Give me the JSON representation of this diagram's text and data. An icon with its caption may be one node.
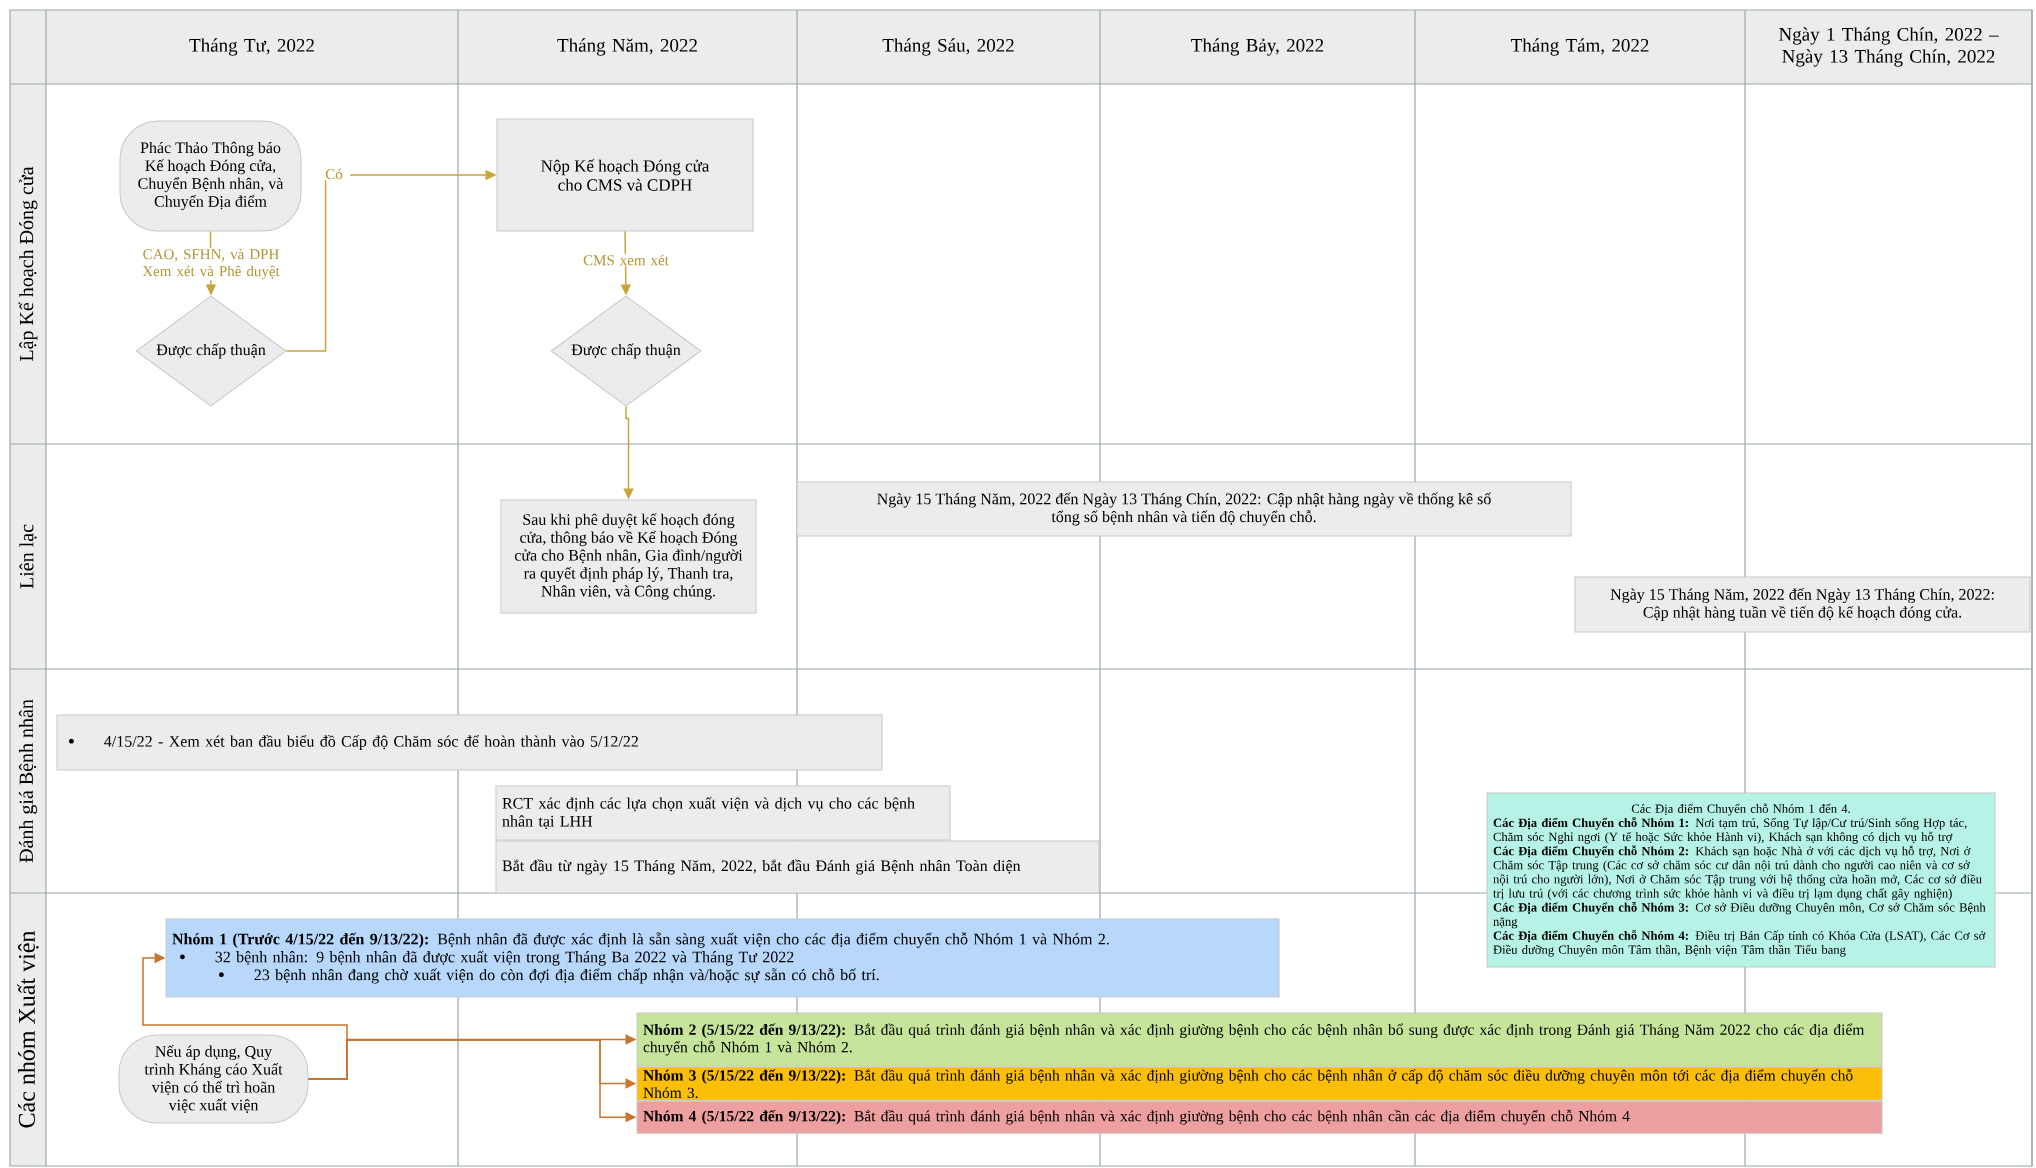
{
  "diagram": {
    "nodes": [
      {
        "text": [
          "Phác Thảo Thông báo Kế hoạch Đóng cửa, Chuyển Bệnh nhân, và Chuyển Địa điểm"
        ]
      },
      {
        "text": [
          "Được chấp thuận"
        ]
      },
      {
        "text": [
          "Nộp Kế hoạch Đóng cửa cho CMS và CDPH"
        ]
      },
      {
        "text": [
          "Được chấp thuận"
        ]
      },
      {
        "text": [
          "Sau khi phê duyệt kế hoạch đóng cửa, thông báo về Kế hoạch Đóng cửa cho Bệnh nhân, Gia đình/người ra quyết định pháp lý, Thanh tra, Nhân viên, và Công chúng."
        ]
      },
      {
        "text": [
          "Ngày 15 Tháng Năm, 2022 đến Ngày 13 Tháng Chín, 2022: Cập nhật hàng ngày về thống kê số tổng số bệnh nhân và tiến độ chuyển chỗ."
        ]
      },
      {
        "text": [
          "Ngày 15 Tháng Năm, 2022 đến Ngày 13 Tháng Chín, 2022: Cập nhật hàng tuần về tiến độ kế hoạch đóng cửa."
        ]
      },
      {
        "text": [
          "4/15/22 - Xem xét ban đầu biểu đồ Cấp độ Chăm sóc để hoàn thành vào 5/12/22"
        ]
      },
      {
        "text": [
          "RCT xác định các lựa chọn xuất viện và dịch vụ cho các bệnh nhân tại LHH"
        ]
      },
      {
        "text": [
          "Bắt đầu từ ngày 15 Tháng Năm, 2022, bắt đầu Đánh giá Bệnh nhân Toàn diện"
        ]
      },
      {
        "text": [
          "Các Địa điểm Chuyển chỗ Nhóm 1 đến 4.",
          "**Các Địa điểm Chuyển chỗ Nhóm 1:** Nơi tạm trú, Sống Tự lập/Cư trú/Sinh sống Hợp tác, Chăm sóc Nghỉ ngơi (Y tế hoặc Sức khỏe Hành vi), Khách sạn không có dịch vụ hỗ trợ",
          "**Các Địa điểm Chuyển chỗ Nhóm 2:** Khách sạn hoặc Nhà ở với các dịch vụ hỗ trợ, Nơi ở Chăm sóc Tập trung (Các cơ sở chăm sóc cư dân nội trú dành cho người cao niên và cơ sở nội trú cho người lớn), Nơi ở Chăm sóc Tập trung với hệ thống cửa hoãn mở, Các cơ sở điều trị lưu trú (với các chương trình sức khỏe hành vi và điều trị lạm dụng chất gây nghiện)",
          "**Các Địa điểm Chuyển chỗ Nhóm 3:** Cơ sở Điều dưỡng Chuyên môn, Cơ sở Chăm sóc Bệnh nặng",
          "**Các Địa điểm Chuyển chỗ Nhóm 4:** Điều trị Bán Cấp tính có Khóa Cửa (LSAT), Các Cơ sở Điều dưỡng Chuyên môn Tâm thần, Bệnh viện Tâm thần Tiểu bang"
        ]
      },
      {
        "text": [
          "**Nhóm 1 (Trước 4/15/22 đến 9/13/22):** Bệnh nhân đã được xác định là sẵn sàng xuất viện cho các địa điểm chuyển chỗ Nhóm 1 và Nhóm 2.",
          "32 bệnh nhân: 9 bệnh nhân đã được xuất viện trong Tháng Ba 2022 và Tháng Tư 2022",
          "23 bệnh nhân đang chờ xuất viện do còn đợi địa điểm chấp nhận và/hoặc sự sẵn có chỗ bố trí."
        ]
      },
      {
        "text": [
          "Nếu áp dụng, Quy trình Kháng cáo Xuất viện có thể trì hoãn việc xuất viện"
        ]
      },
      {
        "text": [
          "**Nhóm 2 (5/15/22 đến 9/13/22):** Bắt đầu quá trình đánh giá bệnh nhân và xác định giường bệnh cho các bệnh nhân bổ sung được xác định trong Đánh giá Tháng Năm 2022 cho các địa điểm chuyển chỗ Nhóm 1 và Nhóm 2."
        ]
      },
      {
        "text": [
          "**Nhóm 3 (5/15/22 đến 9/13/22):** Bắt đầu quá trình đánh giá bệnh nhân và xác định giường bệnh cho các bệnh nhân ở cấp độ chăm sóc điều dưỡng chuyên môn tới các địa điểm chuyển chỗ Nhóm 3."
        ]
      },
      {
        "text": [
          "**Nhóm 4 (5/15/22 đến 9/13/22):** Bắt đầu quá trình đánh giá bệnh nhân và xác định giường bệnh cho các bệnh nhân cần các địa điểm chuyển chỗ Nhóm 4"
        ]
      }
    ],
    "edges": [
      {
        "from": 0,
        "to": 1,
        "arrow": "to",
        "label": "CAO, SFHN, và DPH Xem xét và Phê duyệt"
      },
      {
        "from": 1,
        "to": 2,
        "arrow": "to",
        "label": "Có"
      },
      {
        "from": 2,
        "to": 3,
        "arrow": "to",
        "label": "CMS xem xét"
      },
      {
        "from": 3,
        "to": 4,
        "arrow": "to"
      },
      {
        "from": 12,
        "to": 11,
        "arrow": "to",
        "color": "#c8762e"
      },
      {
        "from": 12,
        "to": 13,
        "arrow": "to",
        "color": "#c8762e"
      },
      {
        "from": 12,
        "to": 14,
        "arrow": "to",
        "color": "#c8762e"
      },
      {
        "from": 12,
        "to": 15,
        "arrow": "to",
        "color": "#c8762e"
      }
    ],
    "labels": [
      "Tháng Tư, 2022",
      "Tháng Năm, 2022",
      "Tháng Sáu, 2022",
      "Tháng Bảy, 2022",
      "Tháng Tám, 2022",
      "Ngày 1 Tháng Chín, 2022 – Ngày 13 Tháng Chín, 2022",
      "Lập Kế hoạch Đóng cửa",
      "Liên lạc",
      "Đánh giá Bệnh nhân",
      "Các nhóm Xuất viện"
    ]
  }
}
